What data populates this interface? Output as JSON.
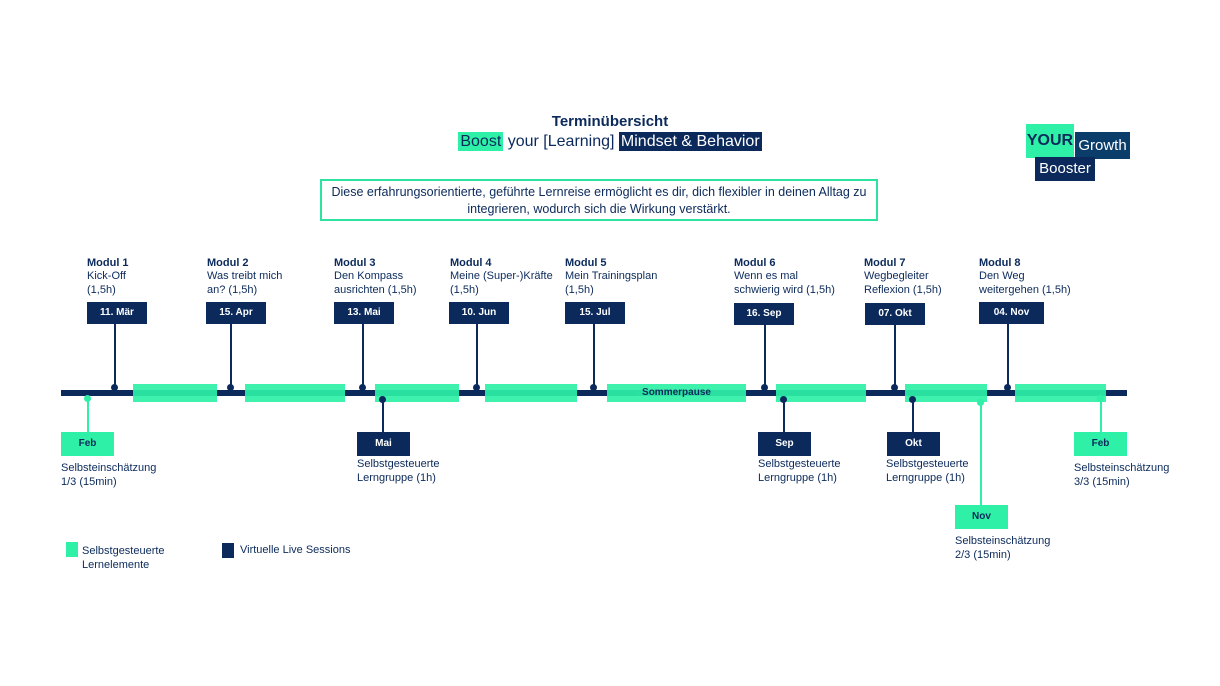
{
  "header": {
    "title": "Terminübersicht",
    "subtitle_part1": "Boost",
    "subtitle_part2": " your [Learning] ",
    "subtitle_part3": "Mindset & Behavior"
  },
  "logo": {
    "your": "YOUR",
    "growth": "Growth",
    "booster": "Booster"
  },
  "intro": "Diese erfahrungsorientierte, geführte Lernreise ermöglicht es dir, dich flexibler in deinen Alltag zu integrieren, wodurch sich die Wirkung verstärkt.",
  "modules": [
    {
      "name": "Modul 1",
      "desc1": "Kick-Off",
      "desc2": "(1,5h)",
      "date": "11. Mär"
    },
    {
      "name": "Modul 2",
      "desc1": "Was treibt mich",
      "desc2": "an? (1,5h)",
      "date": "15. Apr"
    },
    {
      "name": "Modul 3",
      "desc1": "Den Kompass",
      "desc2": "ausrichten (1,5h)",
      "date": "13. Mai"
    },
    {
      "name": "Modul 4",
      "desc1": "Meine (Super-)Kräfte",
      "desc2": "(1,5h)",
      "date": "10. Jun"
    },
    {
      "name": "Modul 5",
      "desc1": "Mein Trainingsplan",
      "desc2": "(1,5h)",
      "date": "15. Jul"
    },
    {
      "name": "Modul 6",
      "desc1": "Wenn es mal",
      "desc2": "schwierig wird (1,5h)",
      "date": "16. Sep"
    },
    {
      "name": "Modul 7",
      "desc1": "Wegbegleiter",
      "desc2": "Reflexion (1,5h)",
      "date": "07. Okt"
    },
    {
      "name": "Modul 8",
      "desc1": "Den Weg",
      "desc2": "weitergehen (1,5h)",
      "date": "04. Nov"
    }
  ],
  "sommerpause": "Sommerpause",
  "below": [
    {
      "date": "Feb",
      "line1": "Selbsteinschätzung",
      "line2": "1/3 (15min)"
    },
    {
      "date": "Mai",
      "line1": "Selbstgesteuerte",
      "line2": "Lerngruppe (1h)"
    },
    {
      "date": "Sep",
      "line1": "Selbstgesteuerte",
      "line2": "Lerngruppe (1h)"
    },
    {
      "date": "Okt",
      "line1": "Selbstgesteuerte",
      "line2": "Lerngruppe (1h)"
    },
    {
      "date": "Nov",
      "line1": "Selbsteinschätzung",
      "line2": "2/3 (15min)"
    },
    {
      "date": "Feb",
      "line1": "Selbsteinschätzung",
      "line2": "3/3 (15min)"
    }
  ],
  "legend": {
    "green_line1": "Selbstgesteuerte",
    "green_line2": "Lernelemente",
    "navy": "Virtuelle Live Sessions"
  },
  "colors": {
    "navy": "#0b2a5b",
    "green": "#2ef0a6"
  }
}
